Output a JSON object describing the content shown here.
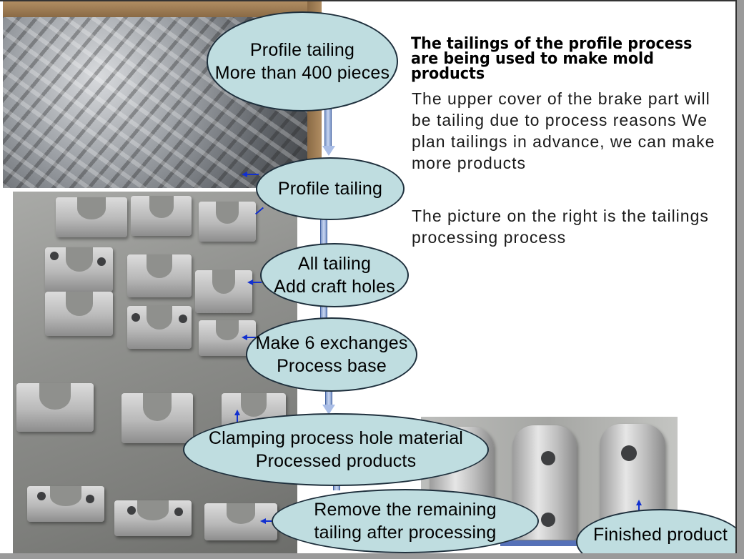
{
  "heading": "The tailings of the profile process are being used to make mold products",
  "paragraphs": [
    "The upper cover of the brake part will be tailing due to process reasons We plan tailings in advance, we can make more products",
    "The picture on the right is the tailings processing process"
  ],
  "steps": [
    {
      "line1": "Profile tailing",
      "line2": "More than 400 pieces"
    },
    {
      "line1": "Profile tailing"
    },
    {
      "line1": "All tailing",
      "line2": "Add craft holes"
    },
    {
      "line1": "Make 6 exchanges",
      "line2": "Process base"
    },
    {
      "line1": "Clamping process hole material",
      "line2": "Processed products"
    },
    {
      "line1": "Remove the remaining",
      "line2": "tailing after processing"
    },
    {
      "line1": "Finished product"
    }
  ],
  "colors": {
    "ellipse_fill": "#bfdde0",
    "ellipse_border": "#1e2f3c",
    "arrow": "#1230d0",
    "flow_line": "#a9bde6"
  }
}
